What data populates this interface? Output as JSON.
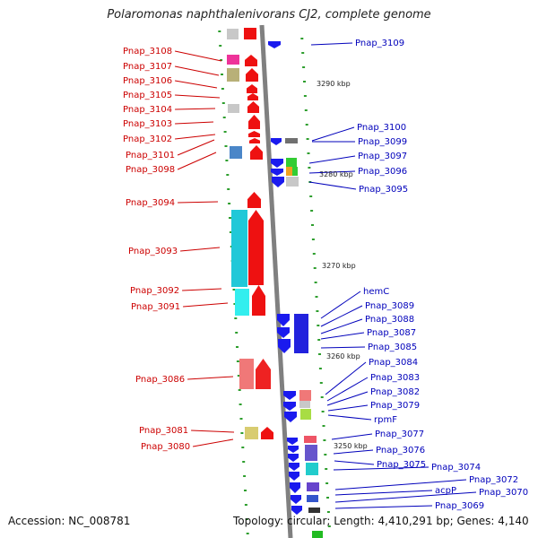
{
  "title": "Polaromonas naphthalenivorans CJ2, complete genome",
  "footer": {
    "accession": "Accession: NC_008781",
    "summary": "Topology: circular; Length: 4,410,291 bp; Genes: 4,140"
  },
  "colors": {
    "left_labels": "#cc0000",
    "right_labels": "#0000bb",
    "backbone": "#808080",
    "ticks": "#2e9e2e"
  },
  "scale_labels": [
    "3290 kbp",
    "3280 kbp",
    "3270 kbp",
    "3260 kbp",
    "3250 kbp"
  ],
  "left_labels": [
    "Pnap_3108",
    "Pnap_3107",
    "Pnap_3106",
    "Pnap_3105",
    "Pnap_3104",
    "Pnap_3103",
    "Pnap_3102",
    "Pnap_3101",
    "Pnap_3098",
    "Pnap_3094",
    "Pnap_3093",
    "Pnap_3092",
    "Pnap_3091",
    "Pnap_3086",
    "Pnap_3081",
    "Pnap_3080"
  ],
  "right_labels": [
    "Pnap_3109",
    "Pnap_3100",
    "Pnap_3099",
    "Pnap_3097",
    "Pnap_3096",
    "Pnap_3095",
    "hemC",
    "Pnap_3089",
    "Pnap_3088",
    "Pnap_3087",
    "Pnap_3085",
    "Pnap_3084",
    "Pnap_3083",
    "Pnap_3082",
    "Pnap_3079",
    "rpmF",
    "Pnap_3077",
    "Pnap_3076",
    "Pnap_3075",
    "Pnap_3074",
    "Pnap_3072",
    "acpP",
    "Pnap_3070",
    "Pnap_3069"
  ]
}
